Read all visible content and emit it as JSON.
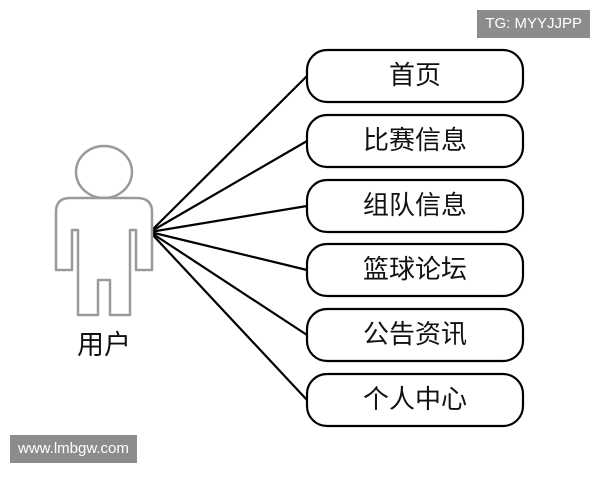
{
  "actor": {
    "label": "用户"
  },
  "use_cases": [
    {
      "label": "首页"
    },
    {
      "label": "比赛信息"
    },
    {
      "label": "组队信息"
    },
    {
      "label": "篮球论坛"
    },
    {
      "label": "公告资讯"
    },
    {
      "label": "个人中心"
    }
  ],
  "watermarks": {
    "top_right": "TG: MYYJJPP",
    "bottom_left": "www.lmbgw.com"
  },
  "colors": {
    "line": "#000000",
    "actor_outline": "#9a9a9a",
    "watermark_bg": "#8c8c8c"
  }
}
